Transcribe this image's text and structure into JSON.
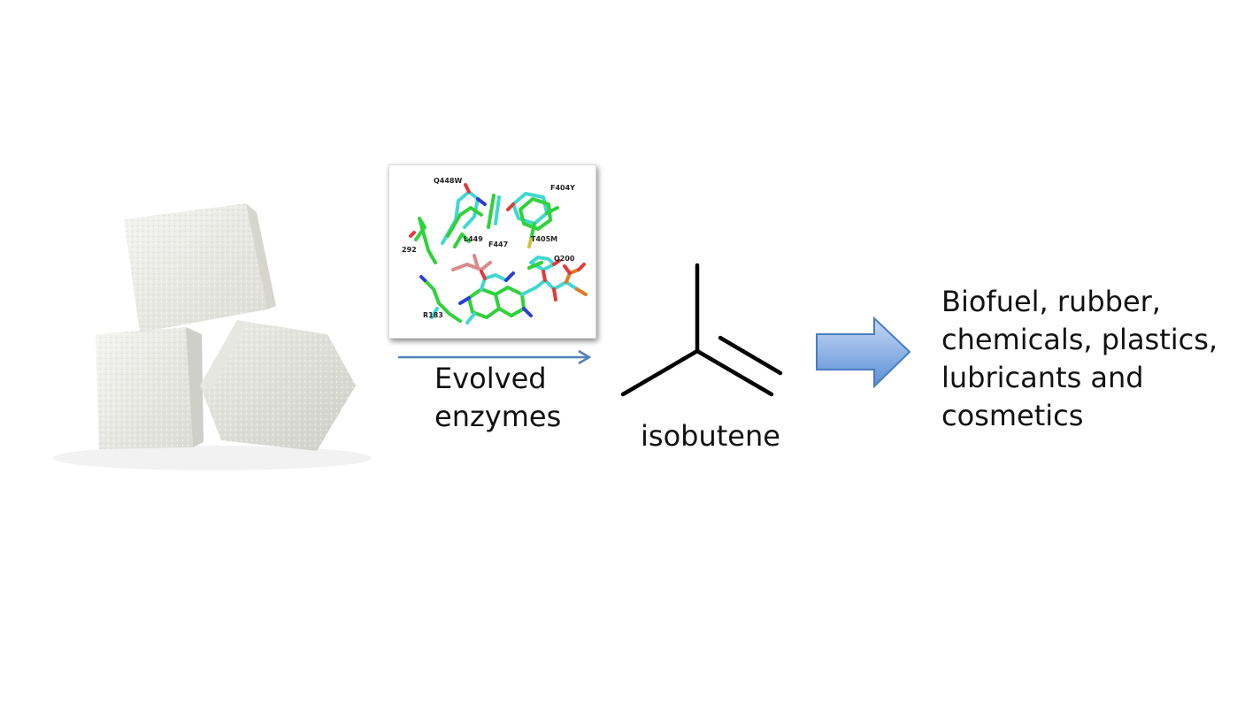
{
  "figure": {
    "enzyme_panel": {
      "residue_labels": [
        "Q448W",
        "F404Y",
        "L449",
        "F447",
        "T405M",
        "292",
        "Q200",
        "R183"
      ],
      "colors": {
        "carbon_green": "#2fd23a",
        "carbon_cyan": "#40d8d0",
        "nitrogen": "#2a3fd8",
        "oxygen": "#e23a3a",
        "ligand": "#d98a8a",
        "phosphate": "#e07a20"
      }
    },
    "step_label": [
      "Evolved",
      "enzymes"
    ],
    "molecule_label": "isobutene",
    "products_label": [
      "Biofuel, rubber,",
      "chemicals, plastics,",
      "lubricants and",
      "cosmetics"
    ],
    "colors": {
      "thin_arrow": "#4f81bd",
      "big_arrow_fill_top": "#c6d9f4",
      "big_arrow_fill_bottom": "#5b8fd6",
      "big_arrow_stroke": "#4a7cc0",
      "bond": "#000000",
      "text": "#111111"
    }
  }
}
